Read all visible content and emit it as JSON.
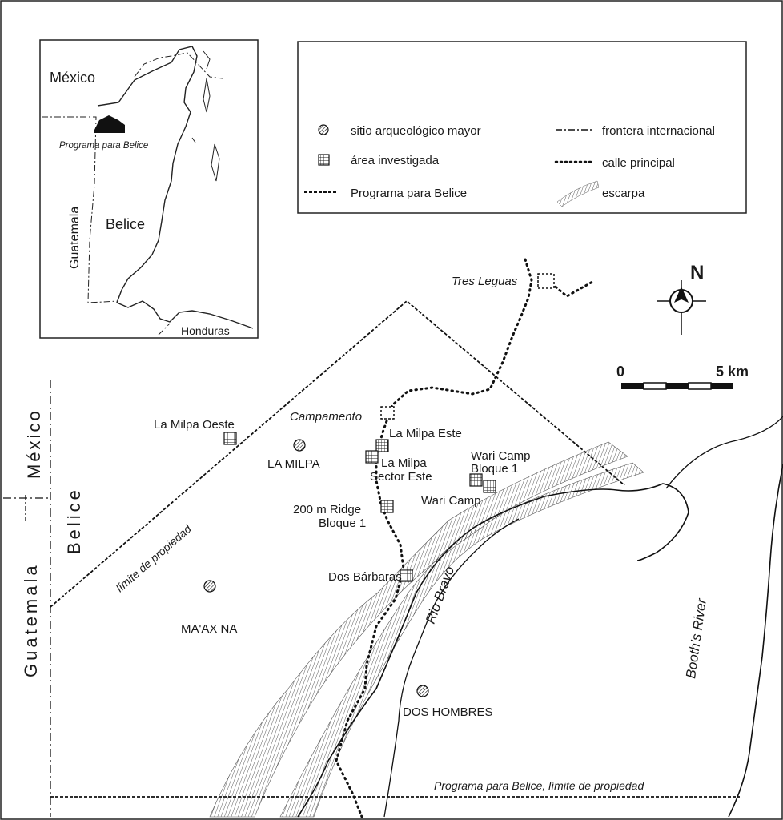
{
  "inset": {
    "country_mexico": "México",
    "country_guatemala": "Guatemala",
    "country_belize": "Belice",
    "country_honduras": "Honduras",
    "program_label": "Programa para Belice"
  },
  "legend": {
    "major_site": "sitio arqueológico mayor",
    "investigated_area": "área investigada",
    "program_boundary": "Programa para Belice",
    "intl_border": "frontera internacional",
    "main_road": "calle principal",
    "escarpment": "escarpa"
  },
  "north": {
    "label": "N"
  },
  "scale_bar": {
    "min_label": "0",
    "max_label": "5 km"
  },
  "borders": {
    "mexico": "México",
    "belize": "Belice",
    "guatemala": "Guatemala"
  },
  "sites": {
    "la_milpa": "LA MILPA",
    "maax_na": "MA'AX NA",
    "dos_hombres": "DOS HOMBRES"
  },
  "areas": {
    "la_milpa_oeste": "La Milpa Oeste",
    "la_milpa_este": "La Milpa Este",
    "la_milpa_sector_este_1": "La Milpa",
    "la_milpa_sector_este_2": "Sector Este",
    "wari_camp_bloque_1a": "Wari Camp",
    "wari_camp_bloque_1b": "Bloque 1",
    "wari_camp": "Wari Camp",
    "ridge_1": "200 m Ridge",
    "ridge_2": "Bloque 1",
    "dos_barbaras": "Dos Bárbaras"
  },
  "places": {
    "tres_leguas": "Tres Leguas",
    "campamento": "Campamento"
  },
  "rivers": {
    "rio_bravo": "Rio Bravo",
    "booths_river": "Booth's River"
  },
  "boundary_labels": {
    "property_limit": "límite de propiedad",
    "program_property_limit": "Programa para Belice, límite de propiedad"
  }
}
